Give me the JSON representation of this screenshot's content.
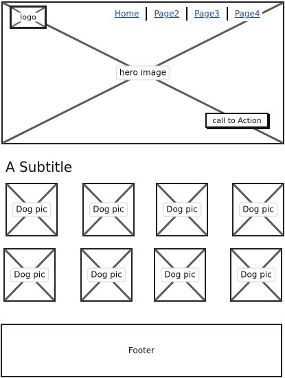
{
  "header": {
    "logo_label": "logo",
    "hero_label": "hero image",
    "nav": [
      "Home",
      "Page2",
      "Page3",
      "Page4"
    ],
    "cta_label": "call to Action"
  },
  "main": {
    "subtitle": "A Subtitle",
    "gallery": [
      [
        "Dog pic",
        "Dog pic",
        "Dog pic",
        "Dog pic"
      ],
      [
        "Dog pic",
        "Dog pic",
        "Dog pic",
        "Dog pic"
      ]
    ]
  },
  "footer": {
    "label": "Footer"
  },
  "colors": {
    "link": "#1f4f9a",
    "border": "#222222",
    "placeholder_x": "#5a5a5a"
  }
}
